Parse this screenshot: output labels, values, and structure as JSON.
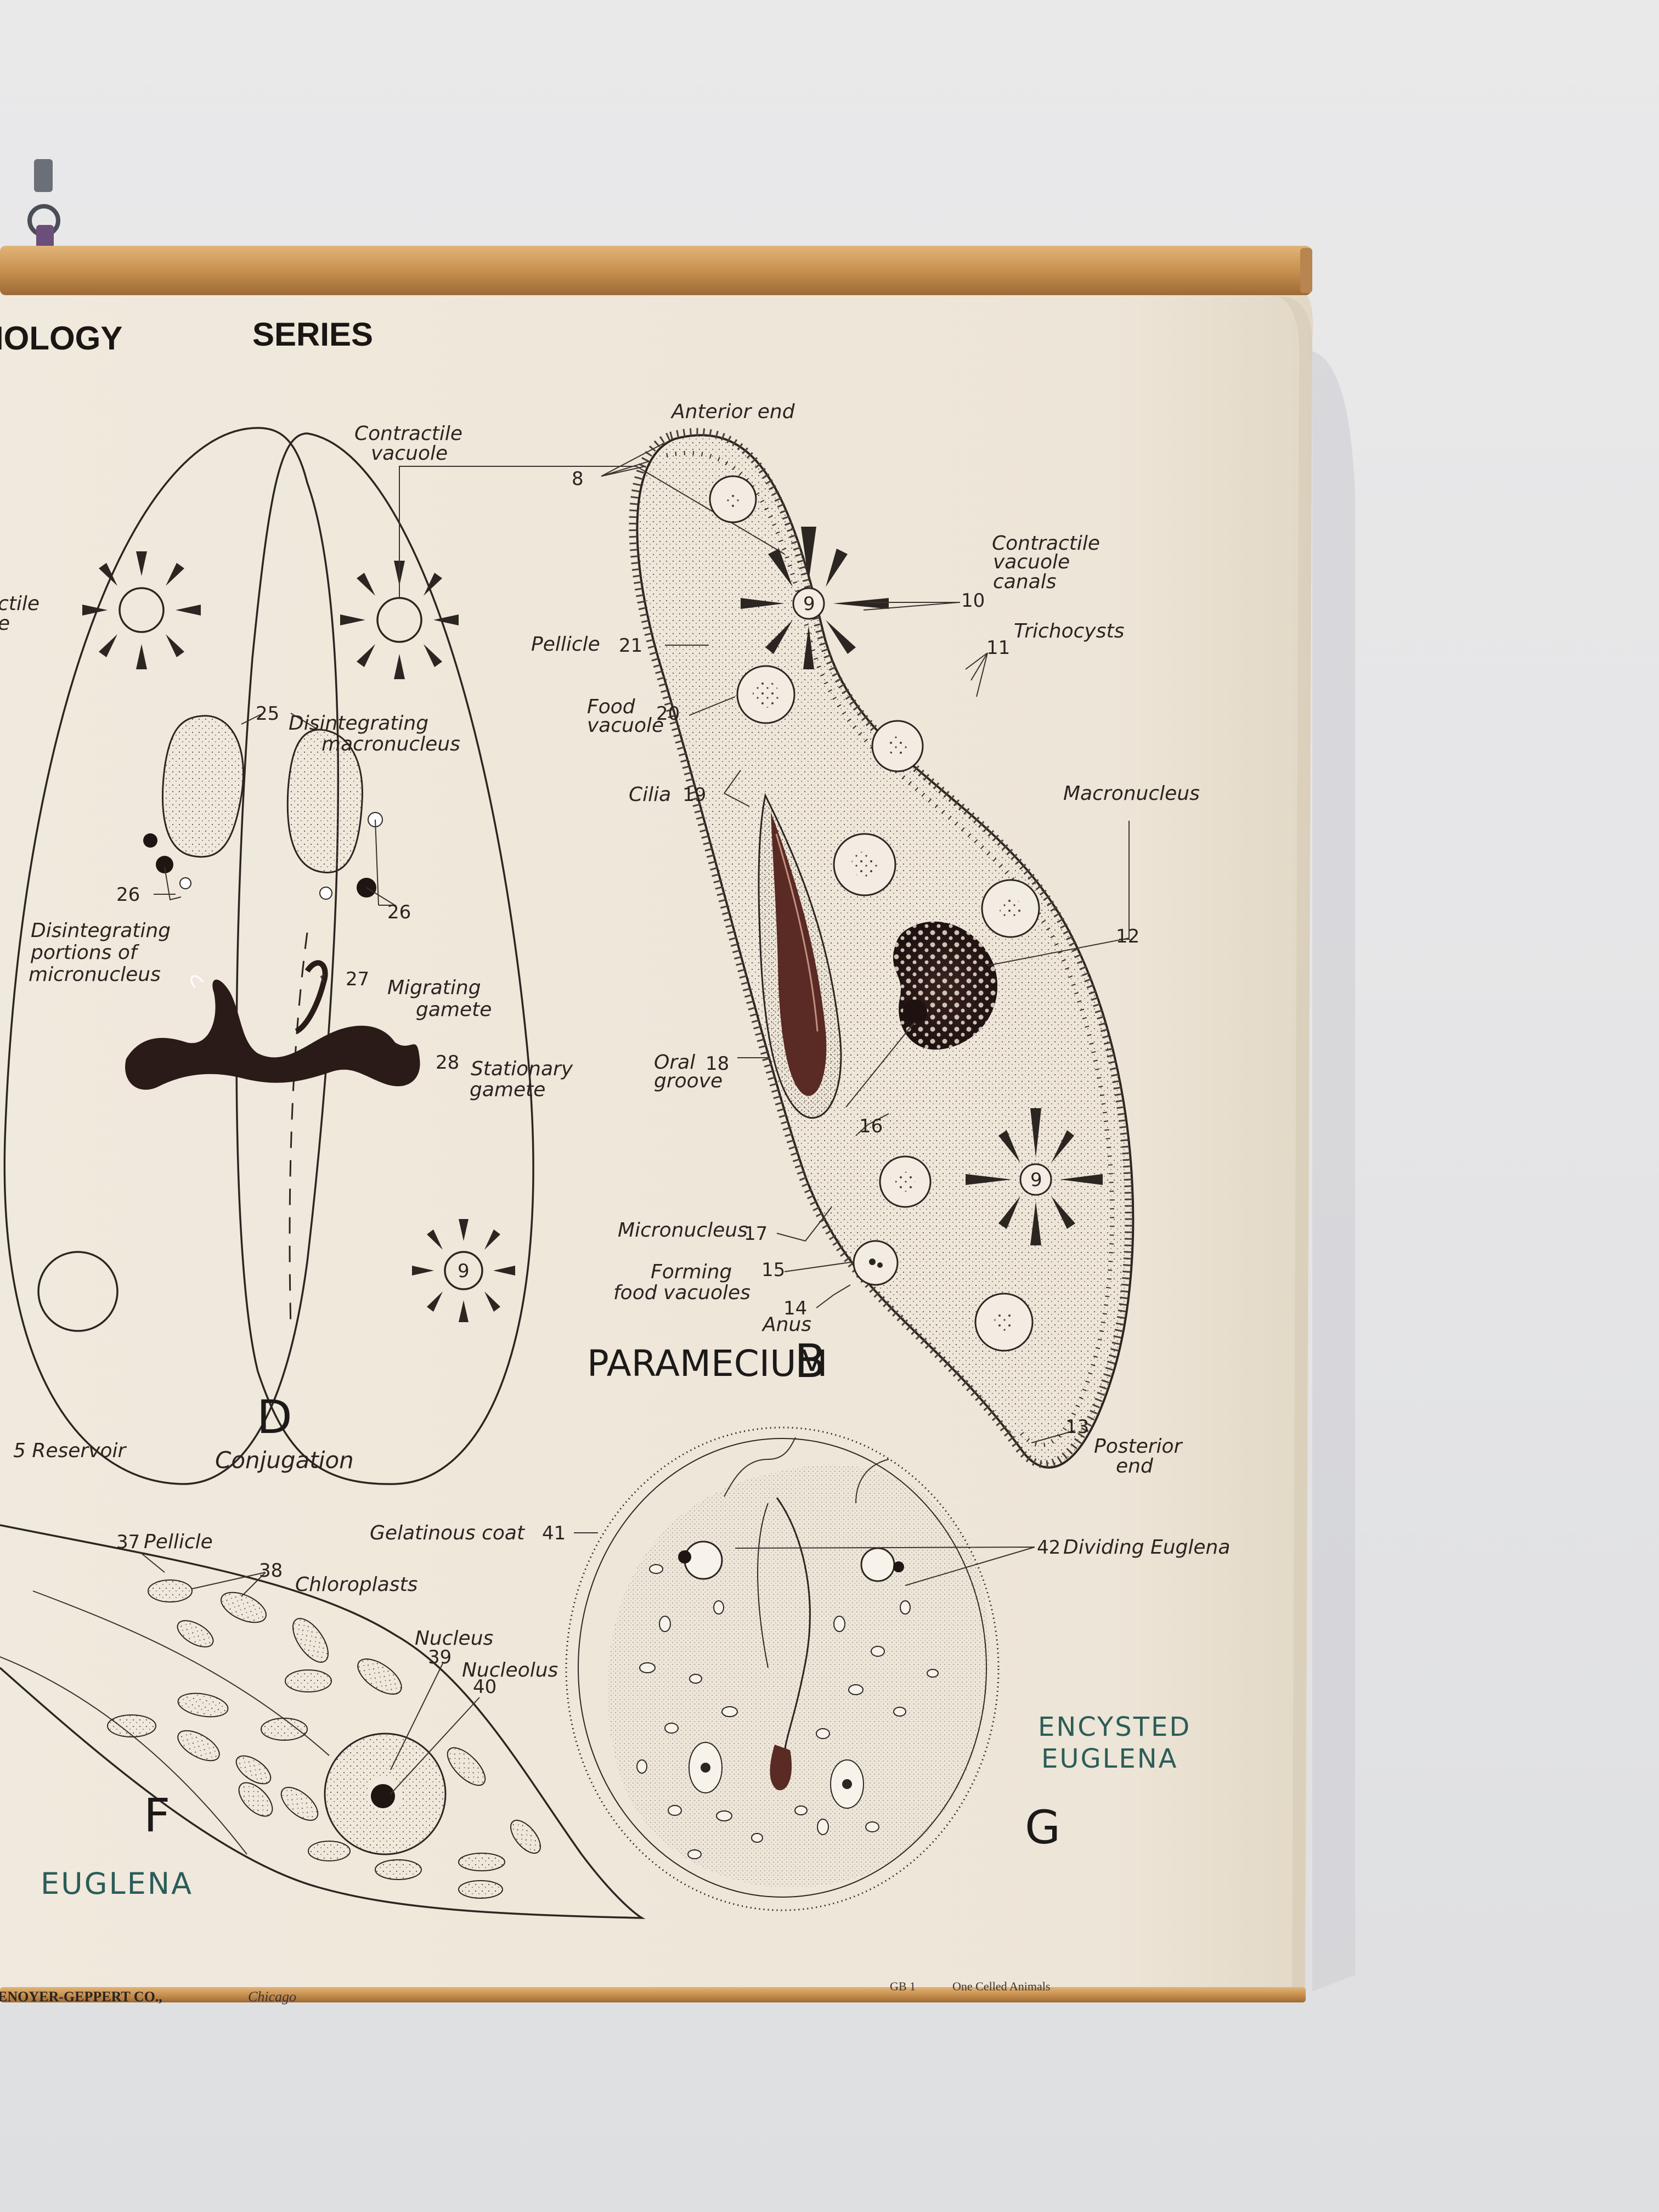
{
  "header": {
    "left": "IOLOGY",
    "right": "SERIES"
  },
  "panel_d": {
    "labels": {
      "contractile_vacuole": [
        "Contractile",
        "vacuole"
      ],
      "ctile_fragment": [
        "ctile",
        "e"
      ],
      "disintegrating_macronucleus": [
        "Disintegrating",
        "macronucleus"
      ],
      "disintegrating_portions": [
        "Disintegrating",
        "portions of",
        "micronucleus"
      ],
      "migrating_gamete": [
        "Migrating",
        "gamete"
      ],
      "stationary_gamete": [
        "Stationary",
        "gamete"
      ],
      "reservoir": "5 Reservoir",
      "conjugation": "Conjugation"
    },
    "numbers": {
      "n25": "25",
      "n26a": "26",
      "n26b": "26",
      "n27": "27",
      "n28": "28",
      "n9": "9"
    },
    "letter": "D"
  },
  "panel_b": {
    "labels": {
      "anterior_end": "Anterior end",
      "contractile_vacuole_canals": [
        "Contractile",
        "vacuole",
        "canals"
      ],
      "trichocysts": "Trichocysts",
      "pellicle": "Pellicle",
      "food_vacuole": [
        "Food",
        "vacuole"
      ],
      "cilia": "Cilia",
      "macronucleus": "Macronucleus",
      "oral_groove": [
        "Oral",
        "groove"
      ],
      "micronucleus": "Micronucleus",
      "forming_food_vacuoles": [
        "Forming",
        "food vacuoles"
      ],
      "anus": "Anus",
      "posterior_end": [
        "Posterior",
        "end"
      ]
    },
    "numbers": {
      "n8": "8",
      "n9a": "9",
      "n9b": "9",
      "n10": "10",
      "n11": "11",
      "n21": "21",
      "n20": "20",
      "n19": "19",
      "n12": "12",
      "n18": "18",
      "n16": "16",
      "n17": "17",
      "n15": "15",
      "n14": "14",
      "n13": "13"
    },
    "title_word": "PARAMECIUM",
    "letter": "B"
  },
  "panel_f": {
    "labels": {
      "pellicle": "Pellicle",
      "chloroplasts": "Chloroplasts",
      "nucleus": "Nucleus",
      "nucleolus": "Nucleolus"
    },
    "numbers": {
      "n37": "37",
      "n38": "38",
      "n39": "39",
      "n40": "40"
    },
    "letter": "F",
    "name": "EUGLENA"
  },
  "panel_g": {
    "labels": {
      "gelatinous_coat": "Gelatinous coat",
      "dividing_euglena": "Dividing Euglena"
    },
    "numbers": {
      "n41": "41",
      "n42": "42"
    },
    "letter": "G",
    "name": [
      "ENCYSTED",
      "EUGLENA"
    ]
  },
  "footer": {
    "publisher": "ENOYER-GEPPERT CO.,",
    "city": "Chicago",
    "code": "GB 1",
    "chart_name": "One Celled Animals"
  },
  "colors": {
    "wall": "#e6e6e8",
    "paper": "#efe8dc",
    "rod": "#c9965a",
    "ink": "#2c2622",
    "dark_nucleus": "#2a1a18",
    "oral_groove": "#5a2a24",
    "teal_text": "#2b5d58"
  }
}
